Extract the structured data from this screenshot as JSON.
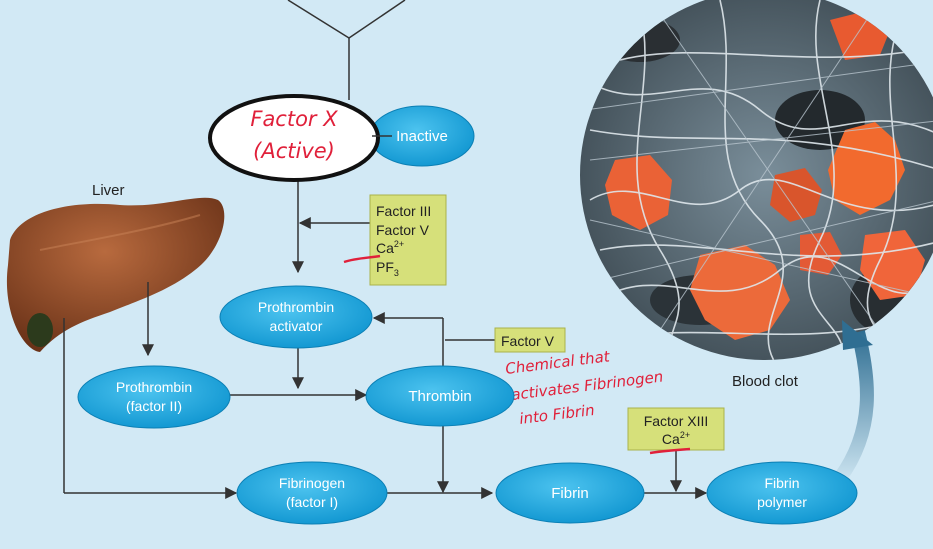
{
  "colors": {
    "background": "#d2e9f5",
    "node_fill": "#1aa6dd",
    "node_edge": "#0b7fb4",
    "factor_box": "#d6e07a",
    "handwriting": "#e0203a",
    "arrow": "#333333",
    "liver": "#8a4a2a"
  },
  "nodes": {
    "inactive": "Inactive",
    "prothrombin_activator": [
      "Prothrombin",
      "activator"
    ],
    "prothrombin": [
      "Prothrombin",
      "(factor II)"
    ],
    "thrombin": "Thrombin",
    "fibrinogen": [
      "Fibrinogen",
      "(factor I)"
    ],
    "fibrin": "Fibrin",
    "fibrin_polymer": [
      "Fibrin",
      "polymer"
    ]
  },
  "labels": {
    "liver": "Liver",
    "blood_clot": "Blood clot"
  },
  "factor_boxes": {
    "cofactors": [
      "Factor III",
      "Factor V",
      "Ca",
      "PF"
    ],
    "cofactor_superscript": "2+",
    "cofactor_subscript": "3",
    "factor_v": "Factor V",
    "factor_xiii": [
      "Factor XIII",
      "Ca"
    ],
    "factor_xiii_superscript": "2+"
  },
  "handwriting": {
    "factor_x": [
      "Factor X",
      "(Active)"
    ],
    "note": [
      "Chemical that",
      "activates Fibrinogen",
      "into Fibrin"
    ]
  },
  "icons": [
    "liver-illustration",
    "blood-clot-micrograph",
    "curved-arrow"
  ]
}
